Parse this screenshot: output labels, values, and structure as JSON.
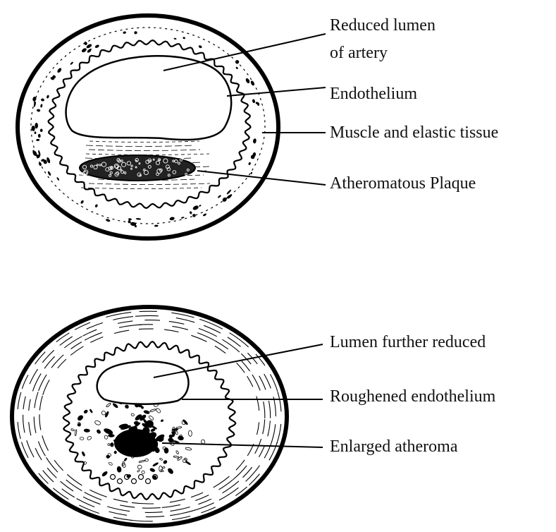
{
  "diagram": {
    "top_figure": {
      "labels": {
        "lumen_line1": "Reduced lumen",
        "lumen_line2": "of artery",
        "endothelium": "Endothelium",
        "muscle": "Muscle and elastic tissue",
        "plaque": "Atheromatous Plaque"
      }
    },
    "bottom_figure": {
      "labels": {
        "lumen": "Lumen further reduced",
        "endothelium": "Roughened endothelium",
        "atheroma": "Enlarged atheroma"
      }
    }
  }
}
